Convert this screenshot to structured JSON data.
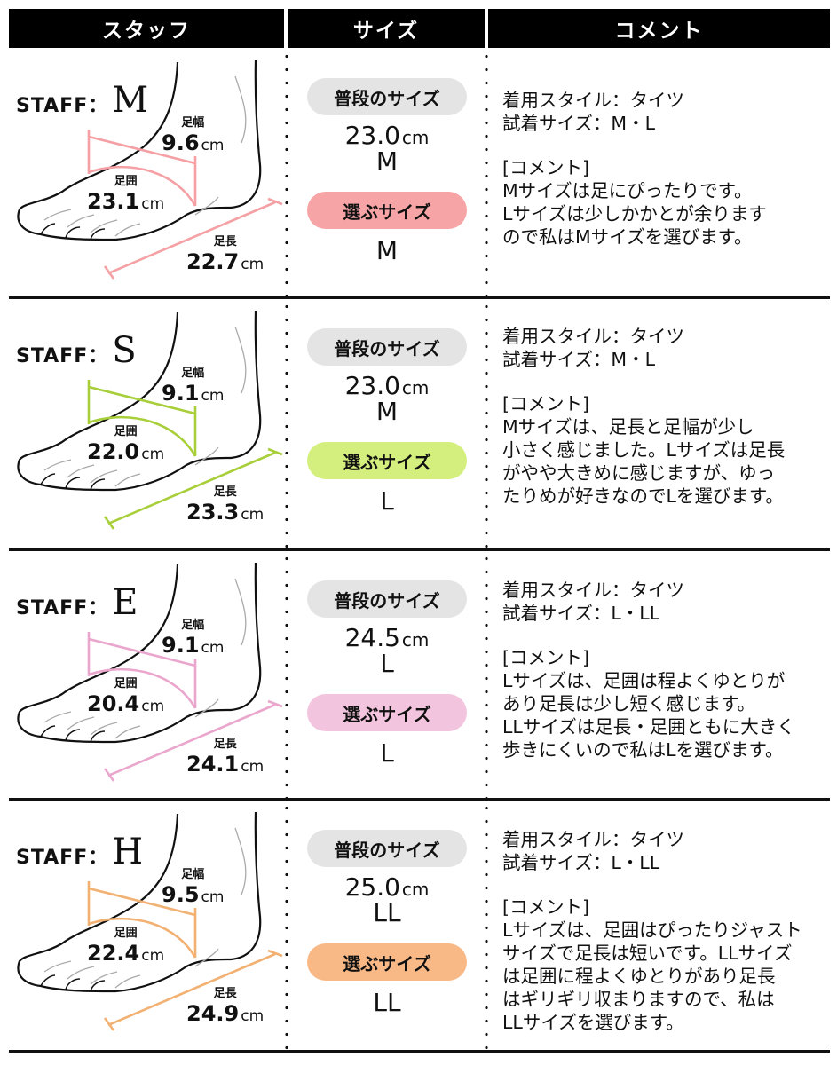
{
  "header": {
    "staff": "スタッフ",
    "size": "サイズ",
    "comment": "コメント"
  },
  "labels": {
    "staff_prefix": "STAFF：",
    "width": "足幅",
    "girth": "足囲",
    "length": "足長",
    "unit": "cm",
    "usual_size": "普段のサイズ",
    "chosen_size": "選ぶサイズ",
    "comment_heading": "[コメント]"
  },
  "rows": [
    {
      "staff": "M",
      "accent": "#f4a0a4",
      "pill_color": "#f6a4a6",
      "width": "9.6",
      "girth": "23.1",
      "length": "22.7",
      "usual_cm": "23.0",
      "usual_size": "M",
      "chosen_size": "M",
      "style": "着用スタイル：タイツ",
      "tried": "試着サイズ：M・L",
      "comment_lines": [
        "Mサイズは足にぴったりです。",
        "Lサイズは少しかかとが余ります",
        "ので私はMサイズを選びます。"
      ]
    },
    {
      "staff": "S",
      "accent": "#a8cf3a",
      "pill_color": "#d4ef7e",
      "width": "9.1",
      "girth": "22.0",
      "length": "23.3",
      "usual_cm": "23.0",
      "usual_size": "M",
      "chosen_size": "L",
      "style": "着用スタイル：タイツ",
      "tried": "試着サイズ：M・L",
      "comment_lines": [
        "Mサイズは、足長と足幅が少し",
        "小さく感じました。Lサイズは足長",
        "がやや大きめに感じますが、ゆっ",
        "たりめが好きなのでLを選びます。"
      ]
    },
    {
      "staff": "E",
      "accent": "#eaa6cc",
      "pill_color": "#f2c4dd",
      "width": "9.1",
      "girth": "20.4",
      "length": "24.1",
      "usual_cm": "24.5",
      "usual_size": "L",
      "chosen_size": "L",
      "style": "着用スタイル：タイツ",
      "tried": "試着サイズ：L・LL",
      "comment_lines": [
        "Lサイズは、足囲は程よくゆとりが",
        "あり足長は少し短く感じます。",
        "LLサイズは足長・足囲ともに大きく",
        "歩きにくいので私はLを選びます。"
      ]
    },
    {
      "staff": "H",
      "accent": "#f2b172",
      "pill_color": "#f8b987",
      "width": "9.5",
      "girth": "22.4",
      "length": "24.9",
      "usual_cm": "25.0",
      "usual_size": "LL",
      "chosen_size": "LL",
      "style": "着用スタイル：タイツ",
      "tried": "試着サイズ：L・LL",
      "comment_lines": [
        "Lサイズは、足囲はぴったりジャスト",
        "サイズで足長は短いです。LLサイズ",
        "は足囲に程よくゆとりがあり足長",
        "はギリギリ収まりますので、私は",
        "LLサイズを選びます。"
      ]
    }
  ]
}
